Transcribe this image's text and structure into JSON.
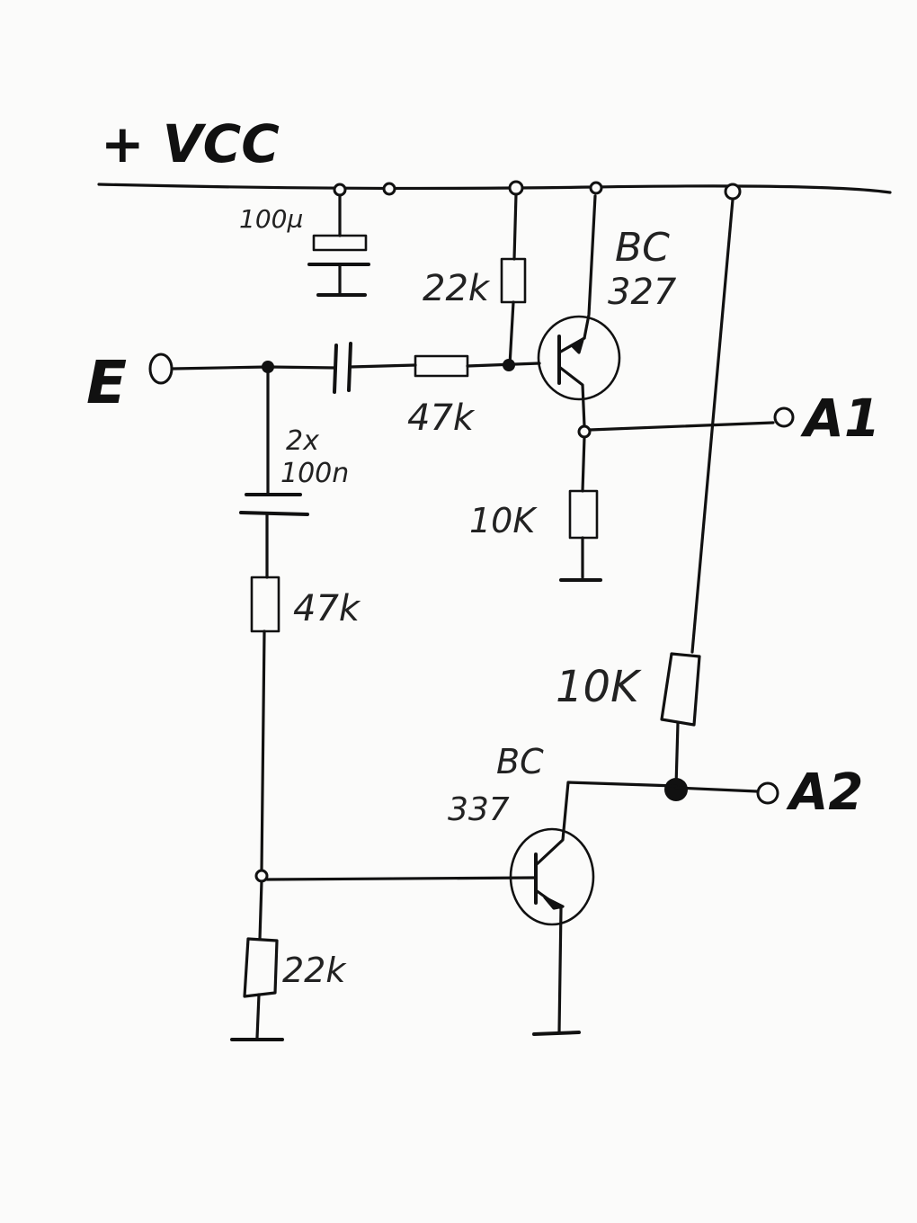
{
  "supply": {
    "label": "+ VCC"
  },
  "terminals": {
    "input": "E",
    "output1": "A1",
    "output2": "A2"
  },
  "components": {
    "c_decoupling": "100µ",
    "r_bias_top": "22k",
    "q1_type_line1": "BC",
    "q1_type_line2": "327",
    "r_input": "47k",
    "c_input_line1": "2x",
    "c_input_line2": "100n",
    "r_q1_collector": "10K",
    "r_q2_base": "47k",
    "r_q2_collector": "10K",
    "q2_type_line1": "BC",
    "q2_type_line2": "337",
    "r_bias_bottom": "22k"
  }
}
